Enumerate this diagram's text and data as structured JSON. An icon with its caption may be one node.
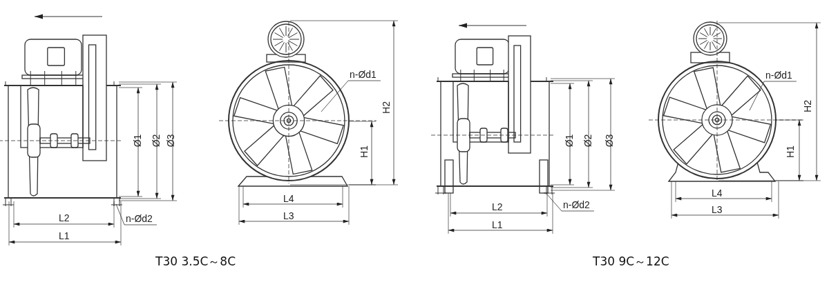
{
  "diagram": {
    "nodes": [
      {
        "text": [
          "n-Ød1"
        ]
      },
      {
        "text": [
          "n-Ød2"
        ]
      },
      {
        "text": [
          "n-Ød1"
        ]
      },
      {
        "text": [
          "n-Ød2"
        ]
      }
    ],
    "edges": [
      {
        "from": 0,
        "to": null,
        "arrow": "none"
      },
      {
        "from": 1,
        "to": null,
        "arrow": "none"
      },
      {
        "from": 2,
        "to": null,
        "arrow": "none"
      },
      {
        "from": 3,
        "to": null,
        "arrow": "none"
      }
    ],
    "labels": [
      "Ø1",
      "Ø2",
      "Ø3",
      "L2",
      "L1",
      "H2",
      "H1",
      "L4",
      "L3",
      "T30 3.5C～8C",
      "Ø1",
      "Ø2",
      "Ø3",
      "L2",
      "L1",
      "H2",
      "H1",
      "L4",
      "L3",
      "T30 9C～12C"
    ]
  }
}
